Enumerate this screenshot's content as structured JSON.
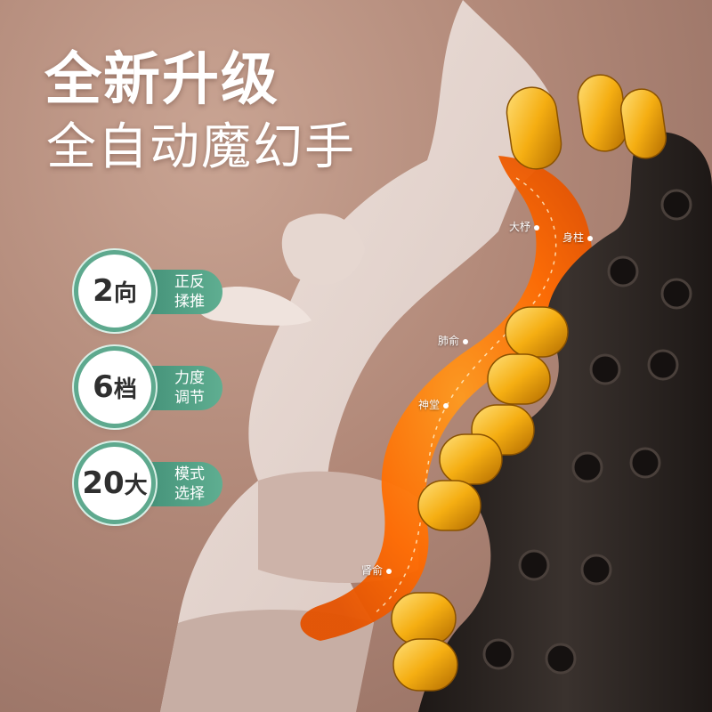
{
  "headline": "全新升级",
  "subline": "全自动魔幻手",
  "features": [
    {
      "big": "2",
      "small": "向",
      "label_line1": "正反",
      "label_line2": "揉推"
    },
    {
      "big": "6",
      "small": "档",
      "label_line1": "力度",
      "label_line2": "调节"
    },
    {
      "big": "20",
      "small": "大",
      "label_line1": "模式",
      "label_line2": "选择"
    }
  ],
  "acupoints": {
    "dazhu": "大杼",
    "shenzhu": "身柱",
    "feishu": "肺俞",
    "shentang": "神堂",
    "shenshu": "肾俞"
  },
  "colors": {
    "badge_ring": "#5ea98e",
    "pill": "#4e9c82",
    "massage_glow": "#ff7a0a",
    "roller_gold": "#f5b21c",
    "frame_dark": "#2a2421"
  }
}
